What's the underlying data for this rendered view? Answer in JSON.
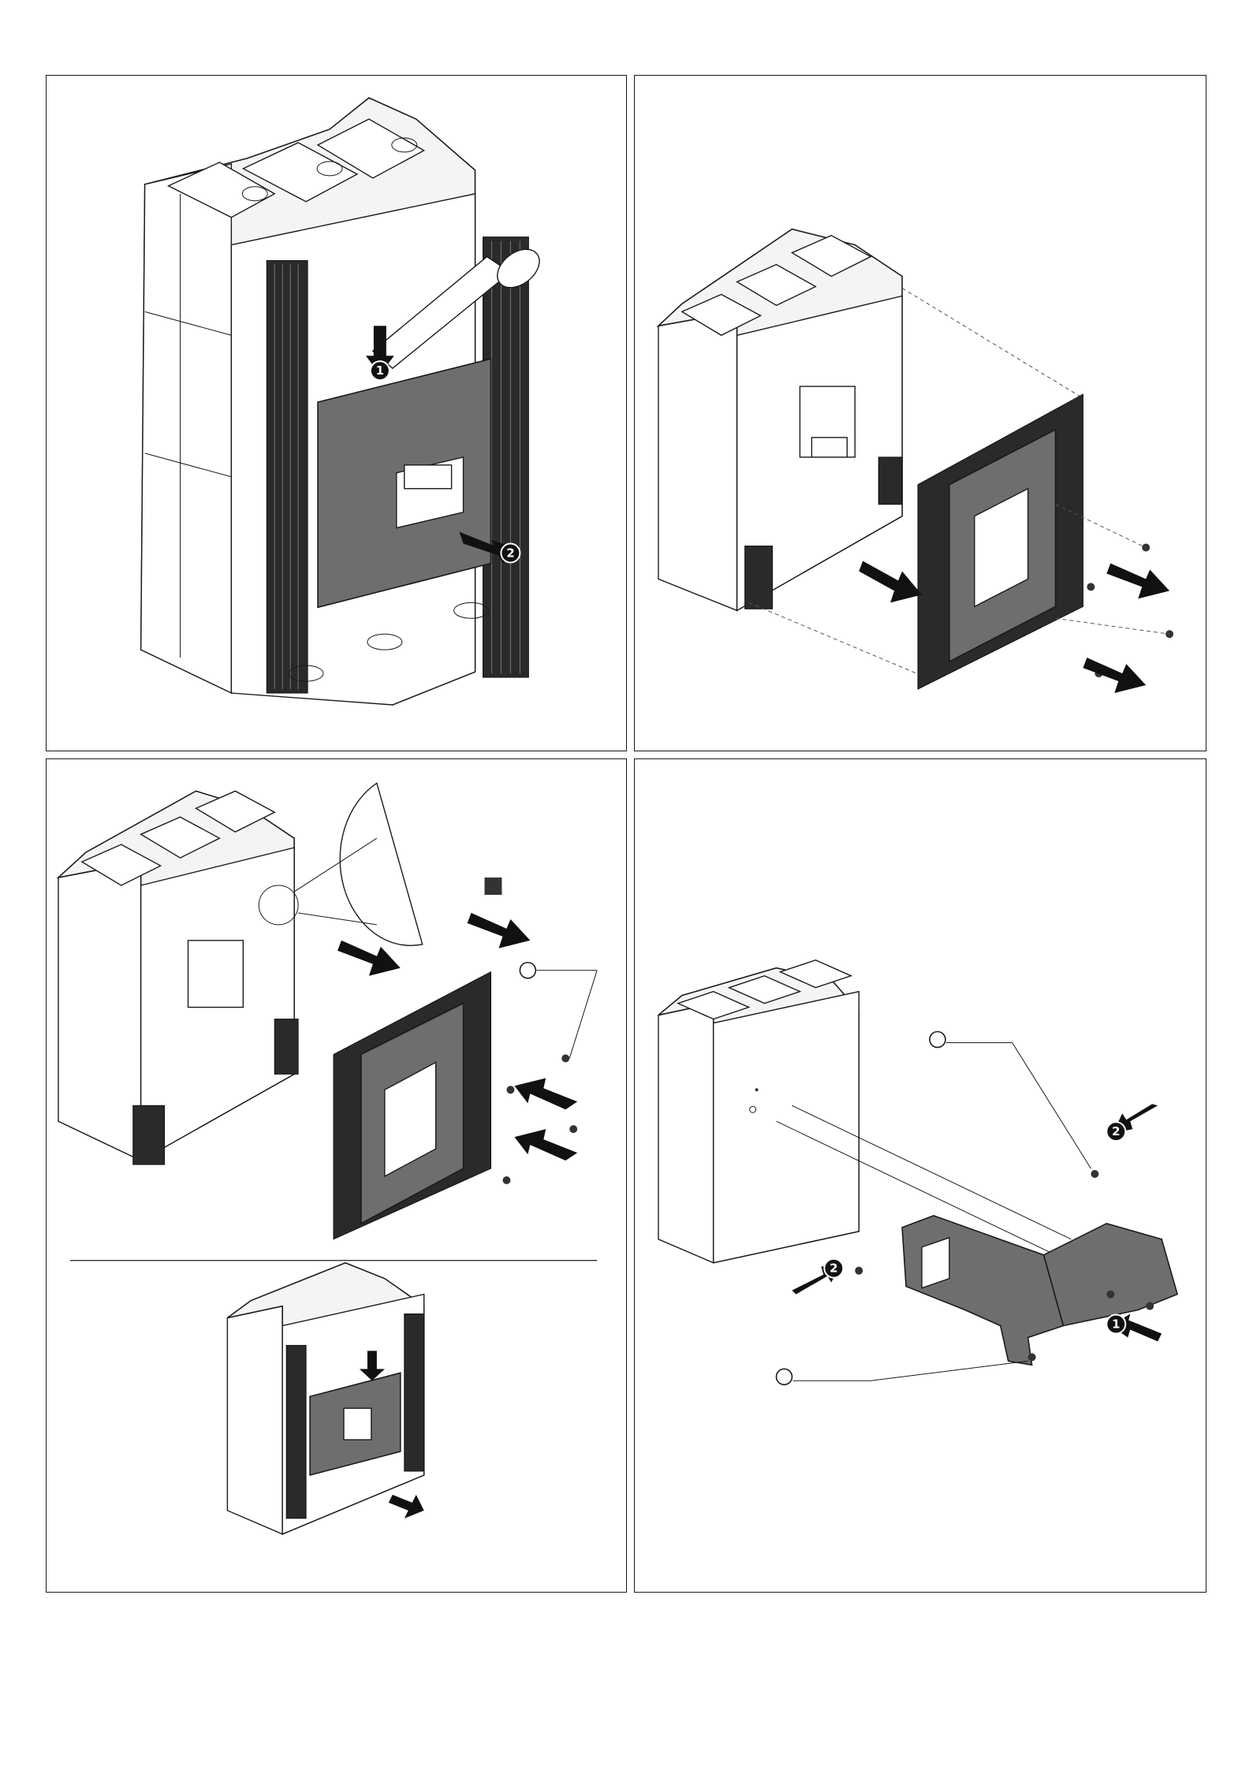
{
  "panels": [
    {
      "name": "panel-remove-cover",
      "steps": [
        "1",
        "2"
      ]
    },
    {
      "name": "panel-remove-frame",
      "steps": []
    },
    {
      "name": "panel-install-frame",
      "steps": []
    },
    {
      "name": "panel-install-bracket",
      "steps": [
        "2",
        "2",
        "1"
      ]
    }
  ],
  "colors": {
    "frame_dark": "#2a2a2a",
    "cover_grey": "#6e6e6e",
    "outline": "#1a1a1a"
  }
}
